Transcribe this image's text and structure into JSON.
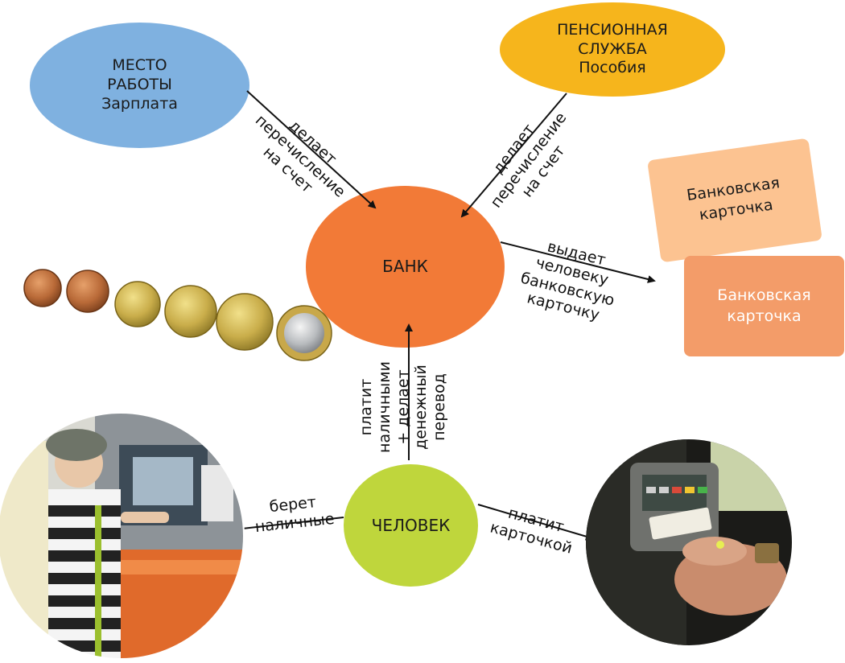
{
  "colors": {
    "work": "#7fb1e0",
    "pension": "#f6b51c",
    "bank": "#f27a37",
    "person": "#bfd63c",
    "card_back": "#fcc391",
    "card_front": "#f39c69",
    "arrow": "#111111"
  },
  "nodes": {
    "work": {
      "line1": "МЕСТО",
      "line2": "РАБОТЫ",
      "line3": "Зарплата"
    },
    "pension": {
      "line1": "ПЕНСИОННАЯ",
      "line2": "СЛУЖБА",
      "line3": "Пособия"
    },
    "bank": {
      "label": "БАНК"
    },
    "person": {
      "label": "ЧЕЛОВЕК"
    }
  },
  "cards": {
    "back": {
      "line1": "Банковская",
      "line2": "карточка"
    },
    "front": {
      "line1": "Банковская",
      "line2": "карточка"
    }
  },
  "edges": {
    "work_bank": {
      "line1": "делает",
      "line2": "перечисление",
      "line3": "на счет"
    },
    "pension_bank": {
      "line1": "делает",
      "line2": "перечисление",
      "line3": "на счет"
    },
    "bank_card": {
      "line1": "выдает",
      "line2": "человеку",
      "line3": "банковскую",
      "line4": "карточку"
    },
    "person_bank": {
      "line1": "платит",
      "line2": "наличными",
      "line3": "+ делает",
      "line4": "денежный",
      "line5": "перевод"
    },
    "person_atm": {
      "line1": "берет",
      "line2": "наличные"
    },
    "person_terminal": {
      "line1": "платит",
      "line2": "карточкой"
    }
  },
  "photos": {
    "coins": "coins-row",
    "atm": "person-at-atm",
    "terminal": "card-payment-terminal"
  }
}
